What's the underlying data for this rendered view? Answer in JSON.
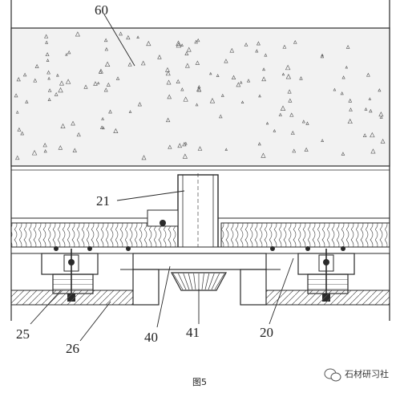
{
  "callouts": {
    "c60": "60",
    "c21": "21",
    "c25": "25",
    "c26": "26",
    "c40": "40",
    "c41": "41",
    "c20": "20"
  },
  "caption": "图5",
  "watermark": "石材研习社",
  "colors": {
    "line": "#2a2a2a",
    "concrete_fill": "#f2f2f2",
    "hatch": "#555555",
    "background": "#ffffff"
  }
}
